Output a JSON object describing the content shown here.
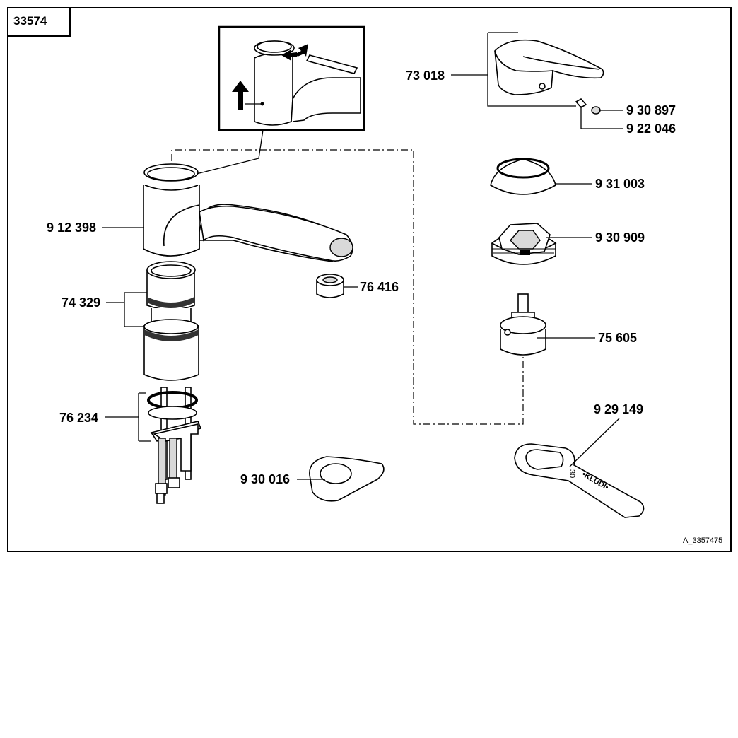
{
  "header": {
    "model_number": "33574"
  },
  "footer": {
    "drawing_reference": "A_3357475"
  },
  "parts": [
    {
      "id": "p1",
      "number": "73 018"
    },
    {
      "id": "p2",
      "number": "9 30 897"
    },
    {
      "id": "p3",
      "number": "9 22 046"
    },
    {
      "id": "p4",
      "number": "9 31 003"
    },
    {
      "id": "p5",
      "number": "9 12 398"
    },
    {
      "id": "p6",
      "number": "9 30 909"
    },
    {
      "id": "p7",
      "number": "76 416"
    },
    {
      "id": "p8",
      "number": "74 329"
    },
    {
      "id": "p9",
      "number": "75 605"
    },
    {
      "id": "p10",
      "number": "9 29 149"
    },
    {
      "id": "p11",
      "number": "76 234"
    },
    {
      "id": "p12",
      "number": "9 30 016"
    }
  ],
  "wrench": {
    "brand": "•KLUDI•",
    "size_mark": "30"
  }
}
